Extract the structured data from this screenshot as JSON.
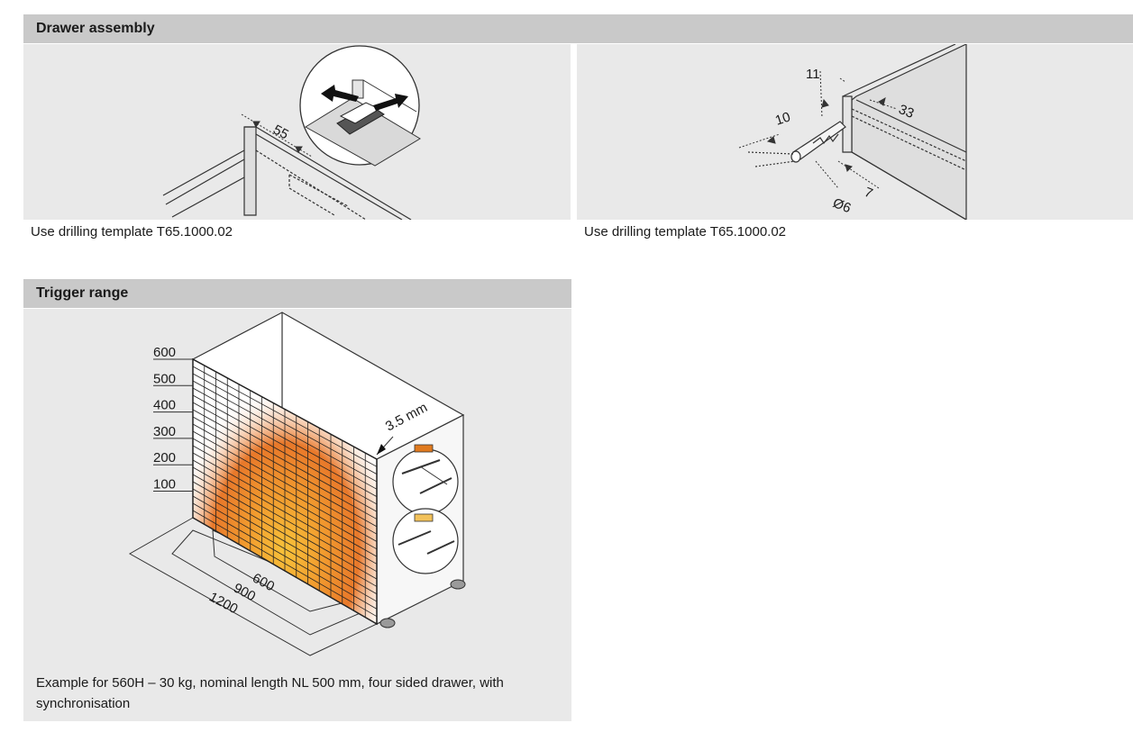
{
  "drawer_assembly": {
    "title": "Drawer assembly",
    "left": {
      "dim_55": "55",
      "caption": "Use drilling template T65.1000.02"
    },
    "right": {
      "dim_11": "11",
      "dim_33": "33",
      "dim_10": "10",
      "dim_7": "7",
      "dim_d6": "Ø6",
      "caption": "Use drilling template T65.1000.02"
    }
  },
  "trigger_range": {
    "title": "Trigger range",
    "height_scale": [
      "600",
      "500",
      "400",
      "300",
      "200",
      "100"
    ],
    "depth_scale": [
      "600",
      "900",
      "1200"
    ],
    "gap_label": "3.5 mm",
    "indicator_colors": {
      "top": "#e07a1f",
      "bottom": "#f2c15a"
    },
    "caption": "Example for 560H – 30 kg, nominal length NL 500 mm, four sided drawer, with synchronisation"
  }
}
